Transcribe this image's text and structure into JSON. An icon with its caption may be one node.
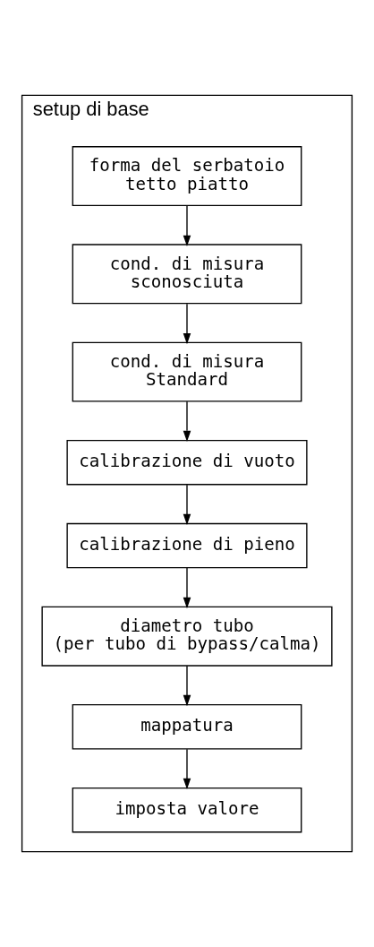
{
  "diagram": {
    "nodes": [
      {
        "text": [
          "setup di base"
        ]
      },
      {
        "text": [
          "forma del serbatoio",
          "tetto piatto"
        ],
        "in": 0
      },
      {
        "text": [
          "cond. di misura",
          "sconosciuta"
        ],
        "in": 0
      },
      {
        "text": [
          "cond. di misura",
          "Standard"
        ],
        "in": 0
      },
      {
        "text": [
          "calibrazione di vuoto"
        ],
        "in": 0
      },
      {
        "text": [
          "calibrazione di pieno"
        ],
        "in": 0
      },
      {
        "text": [
          "diametro tubo",
          "(per tubo di bypass/calma)"
        ],
        "in": 0
      },
      {
        "text": [
          "mappatura"
        ],
        "in": 0
      },
      {
        "text": [
          "imposta valore"
        ],
        "in": 0
      }
    ],
    "edges": [
      {
        "from": 1,
        "to": 2,
        "arrow": "to"
      },
      {
        "from": 2,
        "to": 3,
        "arrow": "to"
      },
      {
        "from": 3,
        "to": 4,
        "arrow": "to"
      },
      {
        "from": 4,
        "to": 5,
        "arrow": "to"
      },
      {
        "from": 5,
        "to": 6,
        "arrow": "to"
      },
      {
        "from": 6,
        "to": 7,
        "arrow": "to"
      },
      {
        "from": 7,
        "to": 8,
        "arrow": "to"
      }
    ]
  }
}
